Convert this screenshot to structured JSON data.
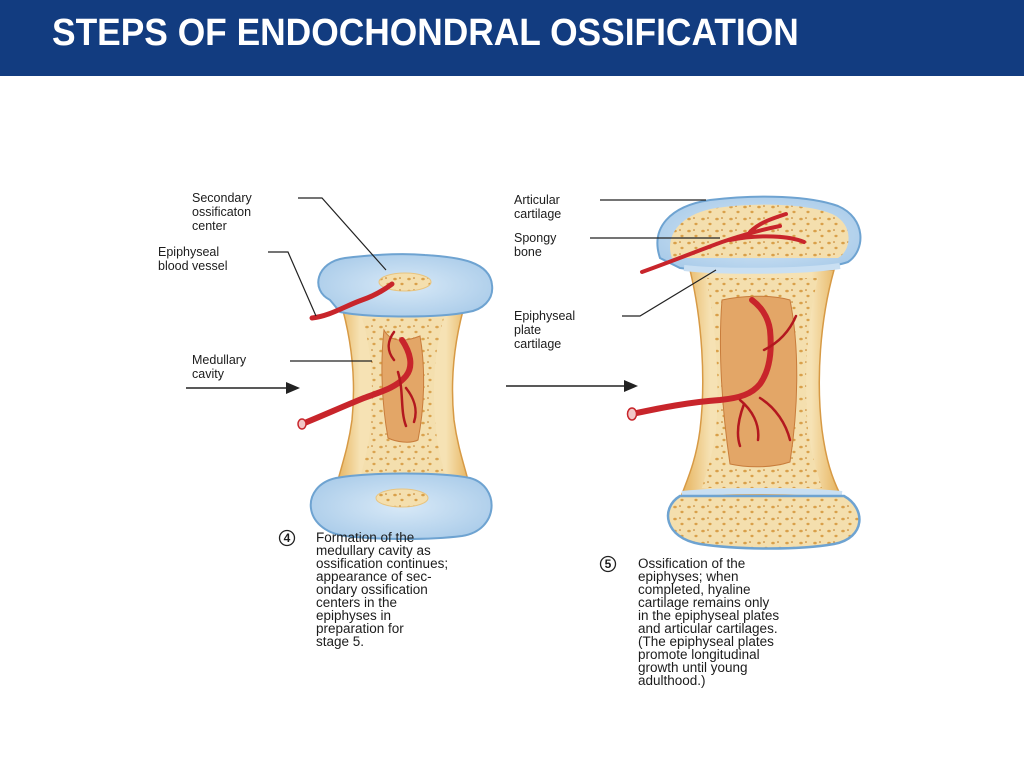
{
  "header": {
    "title": "STEPS OF ENDOCHONDRAL OSSIFICATION",
    "bg_color": "#123c80"
  },
  "left_labels": {
    "secondary_ossification_center": [
      "Secondary",
      "ossificaton",
      "center"
    ],
    "epiphyseal_blood_vessel": [
      "Epiphyseal",
      "blood vessel"
    ],
    "medullary_cavity": [
      "Medullary",
      "cavity"
    ]
  },
  "right_labels": {
    "articular_cartilage": [
      "Articular",
      "cartilage"
    ],
    "spongy_bone": [
      "Spongy",
      "bone"
    ],
    "epiphyseal_plate_cartilage": [
      "Epiphyseal",
      "plate",
      "cartilage"
    ]
  },
  "step4": {
    "number": "4",
    "caption": [
      "Formation of the",
      "medullary cavity as",
      "ossification continues;",
      "appearance of sec-",
      "ondary ossification",
      "centers in the",
      "epiphyses in",
      "preparation for",
      "stage 5."
    ]
  },
  "step5": {
    "number": "5",
    "caption": [
      "Ossification of the",
      "epiphyses; when",
      "completed, hyaline",
      "cartilage remains only",
      "in the epiphyseal plates",
      "and articular cartilages.",
      "(The epiphyseal plates",
      "promote longitudinal",
      "growth until young",
      "adulthood.)"
    ]
  },
  "colors": {
    "cartilage": "#c4dcf0",
    "bone": "#f3dba7",
    "bone_edge": "#e0ac55",
    "vessel": "#c8252b"
  }
}
